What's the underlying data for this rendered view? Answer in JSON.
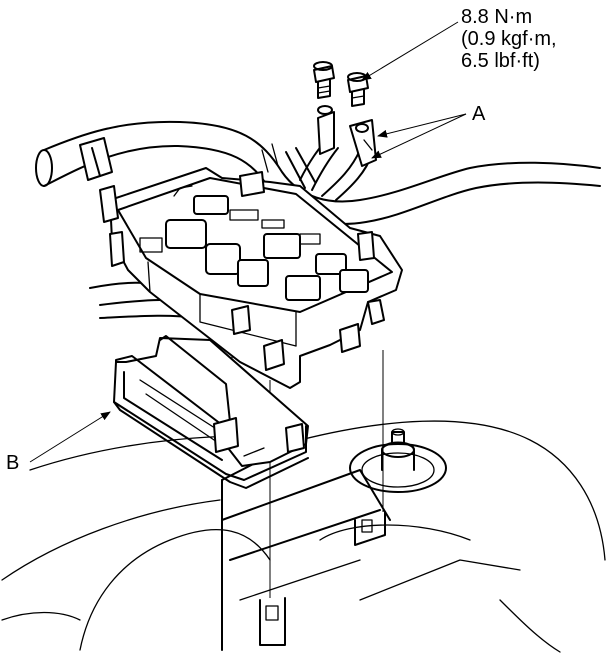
{
  "labels": {
    "torque_line1": "8.8 N·m",
    "torque_line2": "(0.9 kgf·m,",
    "torque_line3": "6.5 lbf·ft)",
    "callout_a": "A",
    "callout_b": "B"
  },
  "colors": {
    "ink": "#000000",
    "background": "#ffffff"
  }
}
